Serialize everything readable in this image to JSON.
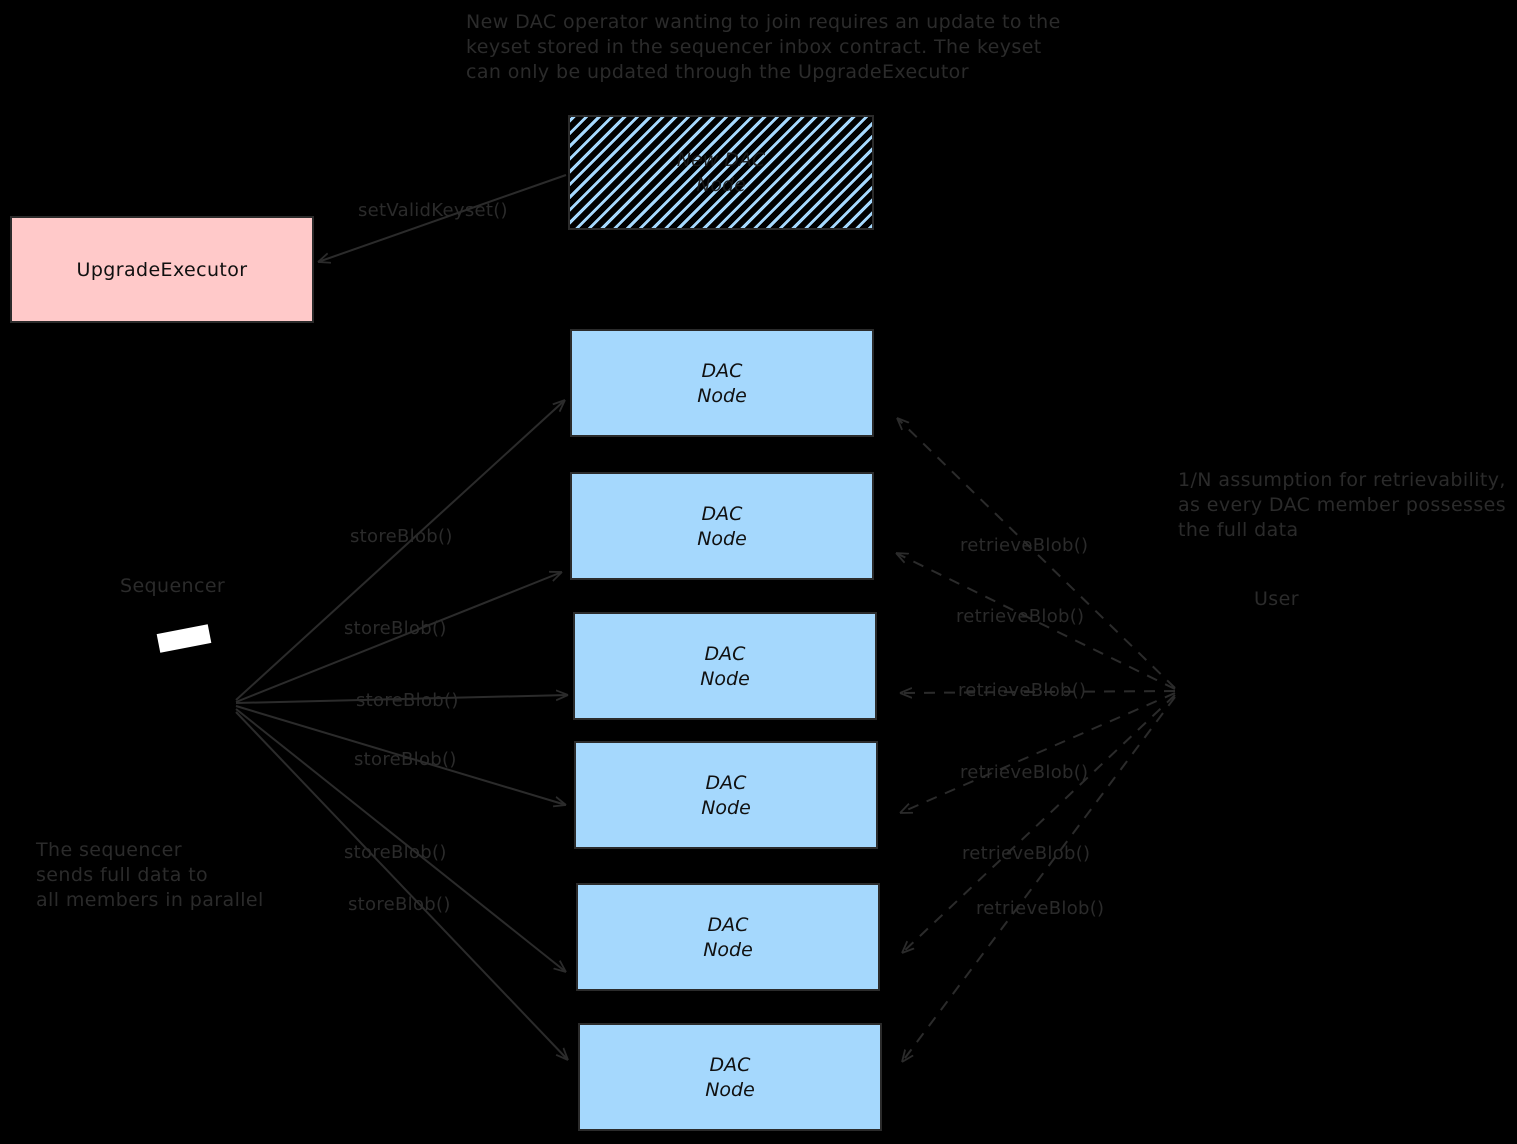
{
  "diagram": {
    "title_note": "New DAC operator wanting to join requires an update to the\nkeyset stored in the sequencer inbox contract. The keyset\ncan only be updated through the UpgradeExecutor",
    "background_color": "#000000",
    "ink_color": "#2b2b2b"
  },
  "notes": {
    "top_note": "New DAC operator wanting to join requires an update to the\nkeyset stored in the sequencer inbox contract. The keyset\ncan only be updated through the UpgradeExecutor",
    "sequencer_note": "The sequencer\nsends full data to\nall members in parallel",
    "retrievability_note": "1/N assumption for retrievability,\nas every DAC member possesses\nthe full data"
  },
  "actors": {
    "sequencer_label": "Sequencer",
    "user_label": "User"
  },
  "boxes": {
    "new_dac_node": {
      "label": "New DAC\nNode",
      "fill": "#a5d8fd",
      "style": "hatched"
    },
    "upgrade_executor": {
      "label": "UpgradeExecutor",
      "fill": "#ffc9c9"
    },
    "dac_nodes": [
      {
        "label": "DAC\nNode",
        "fill": "#a5d8fd"
      },
      {
        "label": "DAC\nNode",
        "fill": "#a5d8fd"
      },
      {
        "label": "DAC\nNode",
        "fill": "#a5d8fd"
      },
      {
        "label": "DAC\nNode",
        "fill": "#a5d8fd"
      },
      {
        "label": "DAC\nNode",
        "fill": "#a5d8fd"
      },
      {
        "label": "DAC\nNode",
        "fill": "#a5d8fd"
      }
    ]
  },
  "edges": {
    "set_valid_keyset": "setValidKeyset()",
    "store_blob_labels": [
      "storeBlob()",
      "storeBlob()",
      "storeBlob()",
      "storeBlob()",
      "storeBlob()",
      "storeBlob()"
    ],
    "retrieve_blob_labels": [
      "retrieveBlob()",
      "retrieveBlob()",
      "retrieveBlob()",
      "retrieveBlob()",
      "retrieveBlob()",
      "retrieveBlob()"
    ]
  }
}
